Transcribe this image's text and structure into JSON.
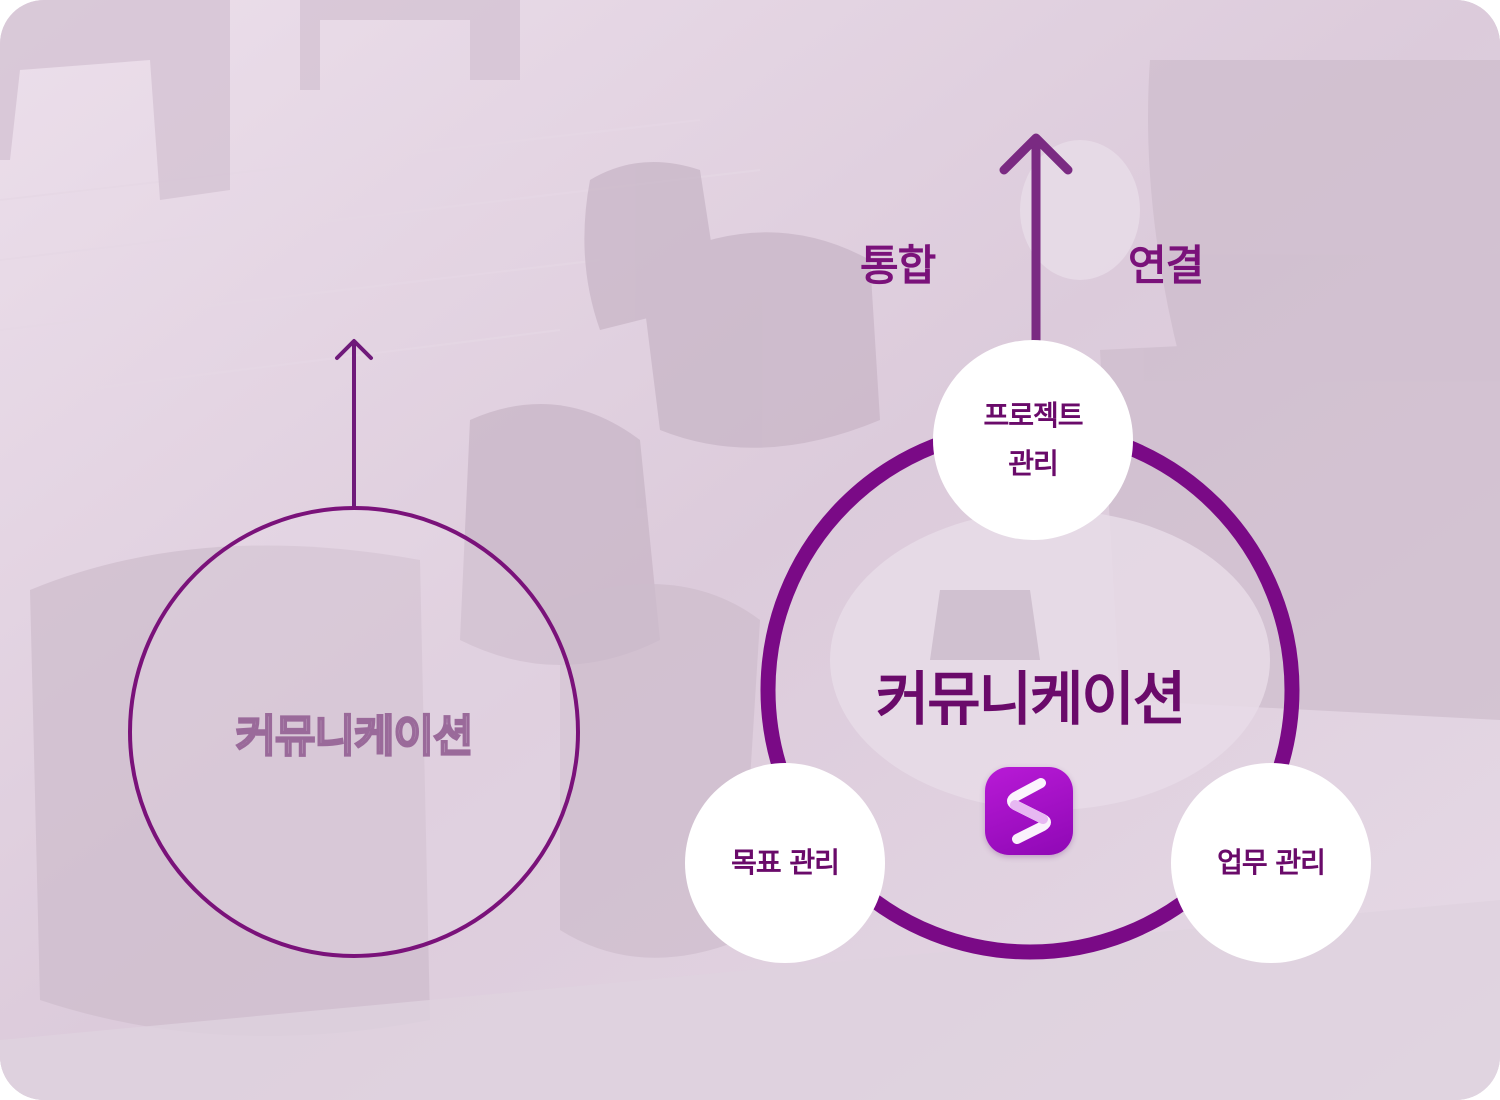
{
  "left_circle": {
    "label": "커뮤니케이션"
  },
  "right_diagram": {
    "word_left": "통합",
    "word_right": "연결",
    "center_label": "커뮤니케이션",
    "nodes": {
      "top": {
        "line1": "프로젝트",
        "line2": "관리"
      },
      "left": "목표 관리",
      "right": "업무 관리"
    }
  },
  "colors": {
    "accent": "#7a127a",
    "accent_dark": "#6a0a6a",
    "logo": "#a811c7",
    "background_tint": "#e3d6e3"
  },
  "icons": {
    "logo": "s-app-logo-icon",
    "arrows": "arrow-up-icon"
  }
}
